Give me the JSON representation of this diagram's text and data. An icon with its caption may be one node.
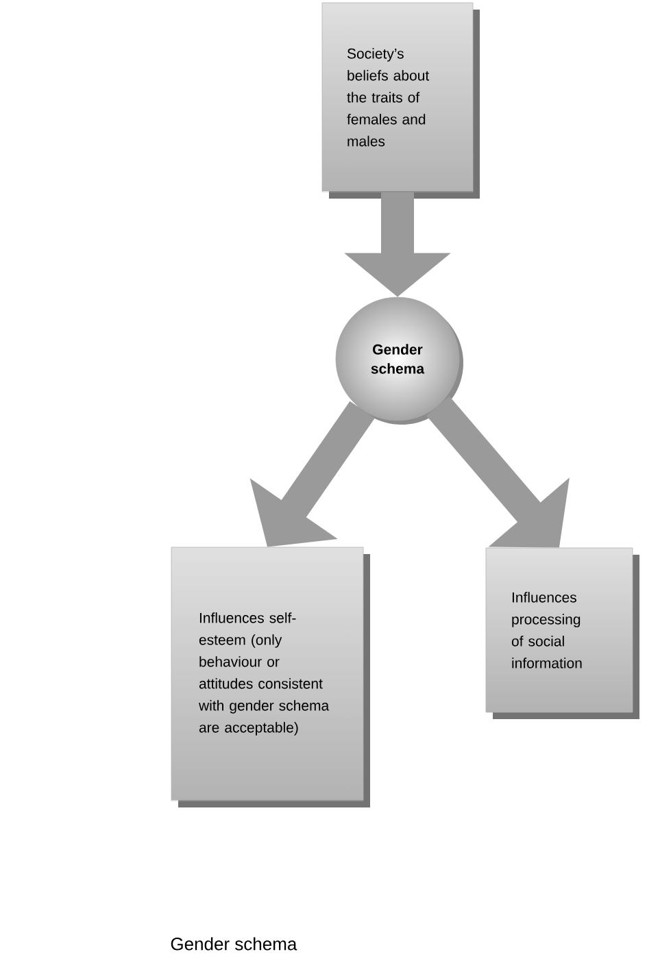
{
  "diagram": {
    "caption": "Gender schema",
    "nodes": [
      {
        "text": [
          "Society’s beliefs about the traits of females and males"
        ]
      },
      {
        "text": [
          "Gender schema"
        ]
      },
      {
        "text": [
          "Influences self-esteem (only behaviour or attitudes consistent with gender schema are acceptable)"
        ]
      },
      {
        "text": [
          "Influences processing of social information"
        ]
      }
    ],
    "edges": [
      {
        "from": 0,
        "to": 1,
        "arrow": "to"
      },
      {
        "from": 1,
        "to": 2,
        "arrow": "to"
      },
      {
        "from": 1,
        "to": 3,
        "arrow": "to"
      }
    ]
  }
}
